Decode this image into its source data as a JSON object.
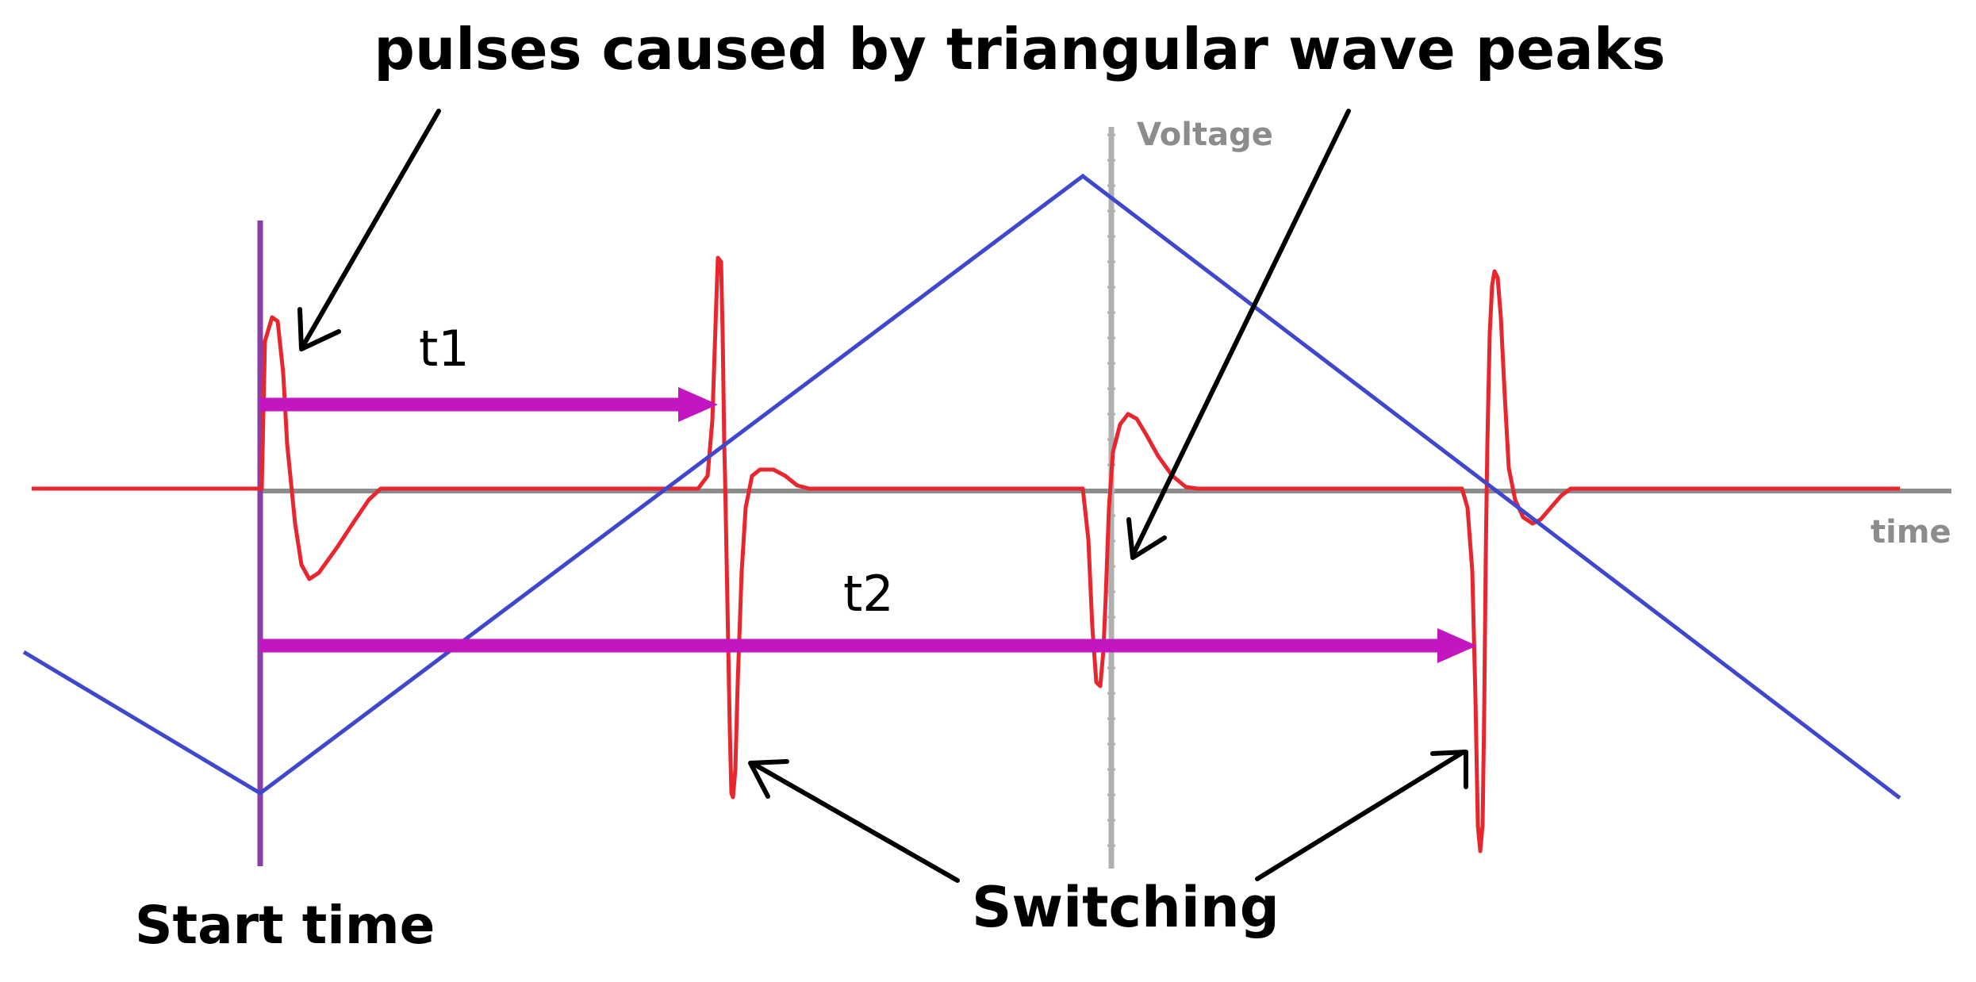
{
  "annotations": {
    "title": "pulses caused by triangular wave peaks",
    "t1": "t1",
    "t2": "t2",
    "start_time": "Start time",
    "switching": "Switching"
  },
  "axes": {
    "y_label": "Voltage",
    "x_label": "time"
  },
  "colors": {
    "triangle_wave": "#3f48cc",
    "pulse_signal": "#e8262d",
    "interval_arrows": "#c315c0",
    "start_marker": "#8b3fa6",
    "axis": "#8c8c8c",
    "callout_arrows": "#000000"
  }
}
